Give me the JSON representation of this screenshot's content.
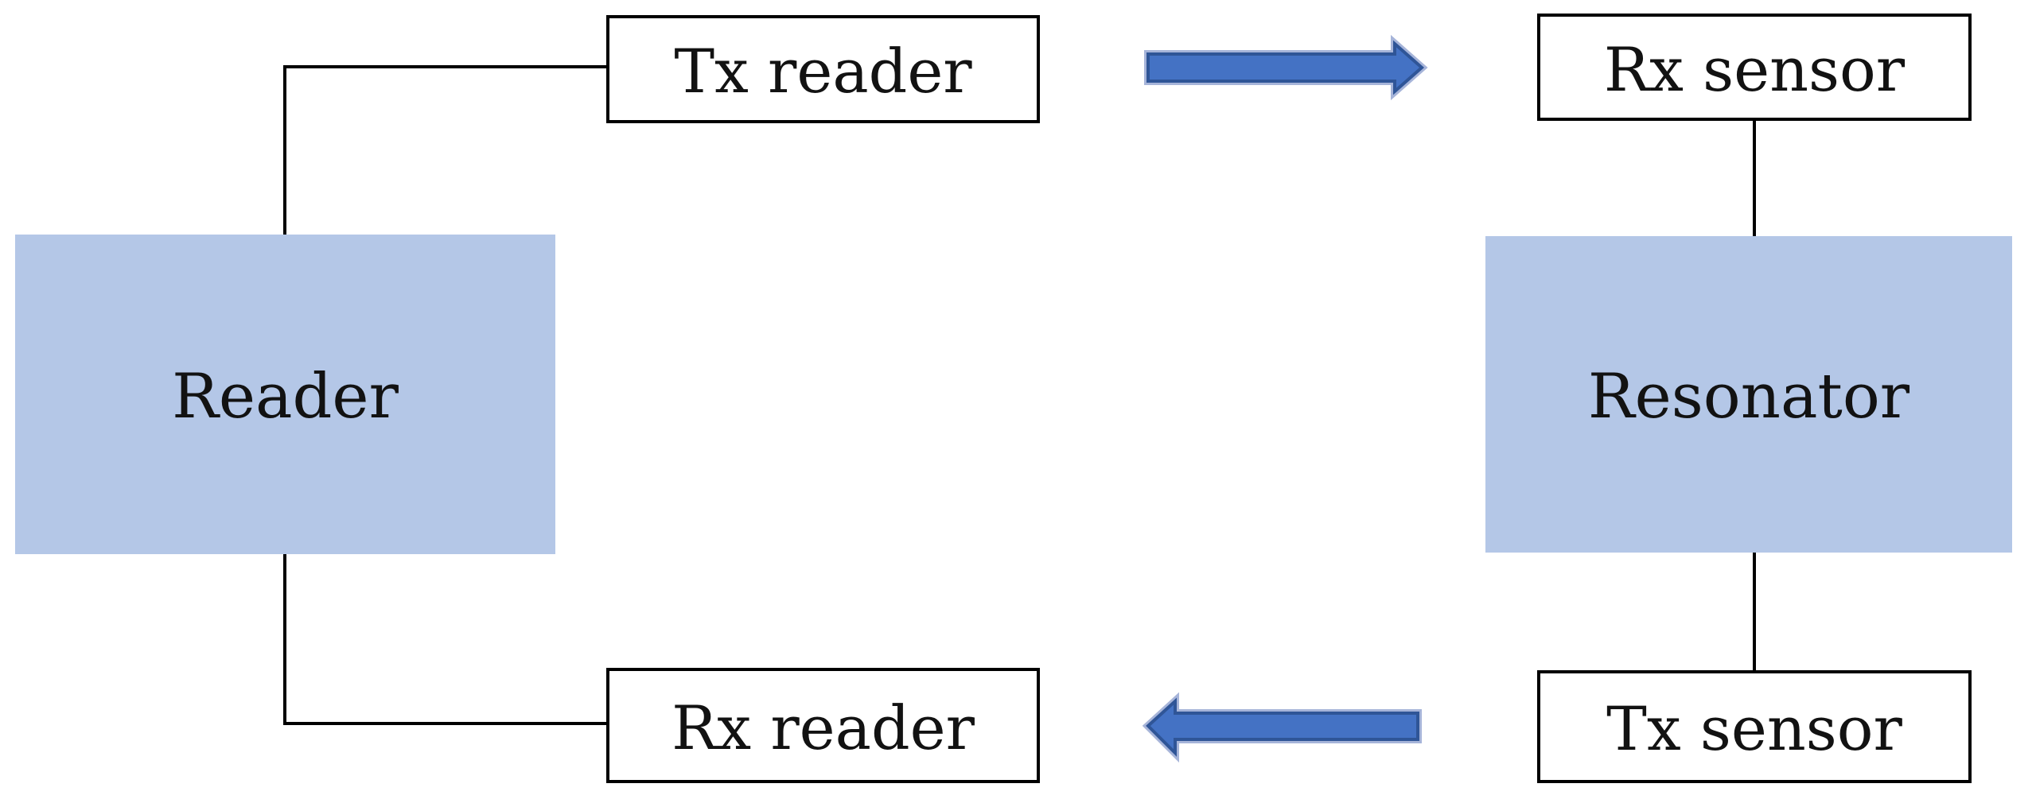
{
  "figure": {
    "type": "block-diagram",
    "description": "Reader and Resonator telemetry link diagram"
  },
  "nodes": {
    "reader": {
      "label": "Reader"
    },
    "resonator": {
      "label": "Resonator"
    },
    "tx_reader": {
      "label": "Tx reader"
    },
    "rx_sensor": {
      "label": "Rx sensor"
    },
    "rx_reader": {
      "label": "Rx reader"
    },
    "tx_sensor": {
      "label": "Tx sensor"
    }
  },
  "links": [
    {
      "from": "Reader",
      "to": "Tx reader",
      "type": "wire"
    },
    {
      "from": "Reader",
      "to": "Rx reader",
      "type": "wire"
    },
    {
      "from": "Rx sensor",
      "to": "Resonator",
      "type": "wire"
    },
    {
      "from": "Resonator",
      "to": "Tx sensor",
      "type": "wire"
    },
    {
      "from": "Tx reader",
      "to": "Rx sensor",
      "type": "block-arrow",
      "direction": "right"
    },
    {
      "from": "Tx sensor",
      "to": "Rx reader",
      "type": "block-arrow",
      "direction": "left"
    }
  ],
  "colors": {
    "node_fill": "#b4c7e7",
    "port_fill": "#ffffff",
    "border": "#000000",
    "wire": "#000000",
    "text": "#121212",
    "arrow_fill": "#4472c4",
    "arrow_stroke": "#2f5597",
    "arrow_halo": "#a6b4d9",
    "background": "#ffffff"
  }
}
